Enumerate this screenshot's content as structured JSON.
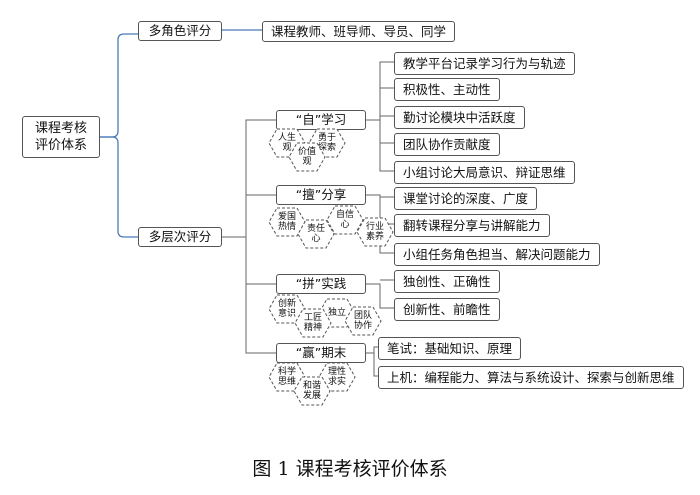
{
  "root": {
    "line1": "课程考核",
    "line2": "评价体系"
  },
  "branches": {
    "multi_role": {
      "label": "多角色评分",
      "detail": "课程教师、班导师、导员、同学"
    },
    "multi_level": {
      "label": "多层次评分"
    }
  },
  "levels": [
    {
      "title": "“自”学习",
      "hexes": [
        "人生\n观",
        "勇于\n探索",
        "价值\n观"
      ],
      "items": [
        "教学平台记录学习行为与轨迹",
        "积极性、主动性",
        "勤讨论模块中活跃度",
        "团队协作贡献度",
        "小组讨论大局意识、辩证思维"
      ]
    },
    {
      "title": "“擅”分享",
      "hexes": [
        "爱国\n热情",
        "自信\n心",
        "责任\n心",
        "行业\n素养"
      ],
      "items": [
        "课堂讨论的深度、广度",
        "翻转课程分享与讲解能力",
        "小组任务角色担当、解决问题能力"
      ]
    },
    {
      "title": "“拼”实践",
      "hexes": [
        "创新\n意识",
        "独立",
        "工匠\n精神",
        "团队\n协作"
      ],
      "items": [
        "独创性、正确性",
        "创新性、前瞻性"
      ]
    },
    {
      "title": "“赢”期末",
      "hexes": [
        "科学\n思维",
        "理性\n求实",
        "和谐\n发展"
      ],
      "items": [
        "笔试：基础知识、原理",
        "上机：编程能力、算法与系统设计、探索与创新思维"
      ]
    }
  ],
  "caption": "图 1 课程考核评价体系"
}
